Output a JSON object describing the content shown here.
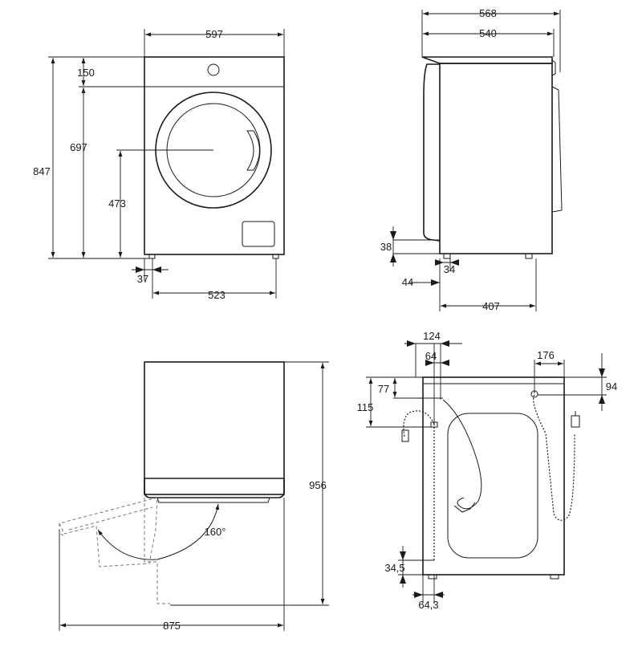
{
  "front_view": {
    "width": "597",
    "top_panel": "150",
    "porthole_height": "697",
    "total_height": "847",
    "door_center_height": "473",
    "foot_offset": "37",
    "foot_span": "523"
  },
  "side_view": {
    "total_depth": "568",
    "body_depth": "540",
    "foot_height": "38",
    "door_offset": "44",
    "foot_width": "34",
    "foot_depth_span": "407"
  },
  "door_open_view": {
    "height_door_open": "956",
    "depth_door_open": "875",
    "door_angle": "160°"
  },
  "rear_view": {
    "drain_offset": "124",
    "drain_inner": "64",
    "inlet_offset": "176",
    "drain_top": "77",
    "drain_height": "115",
    "inlet_top": "94",
    "foot_height": "34,5",
    "foot_offset": "64,3"
  }
}
